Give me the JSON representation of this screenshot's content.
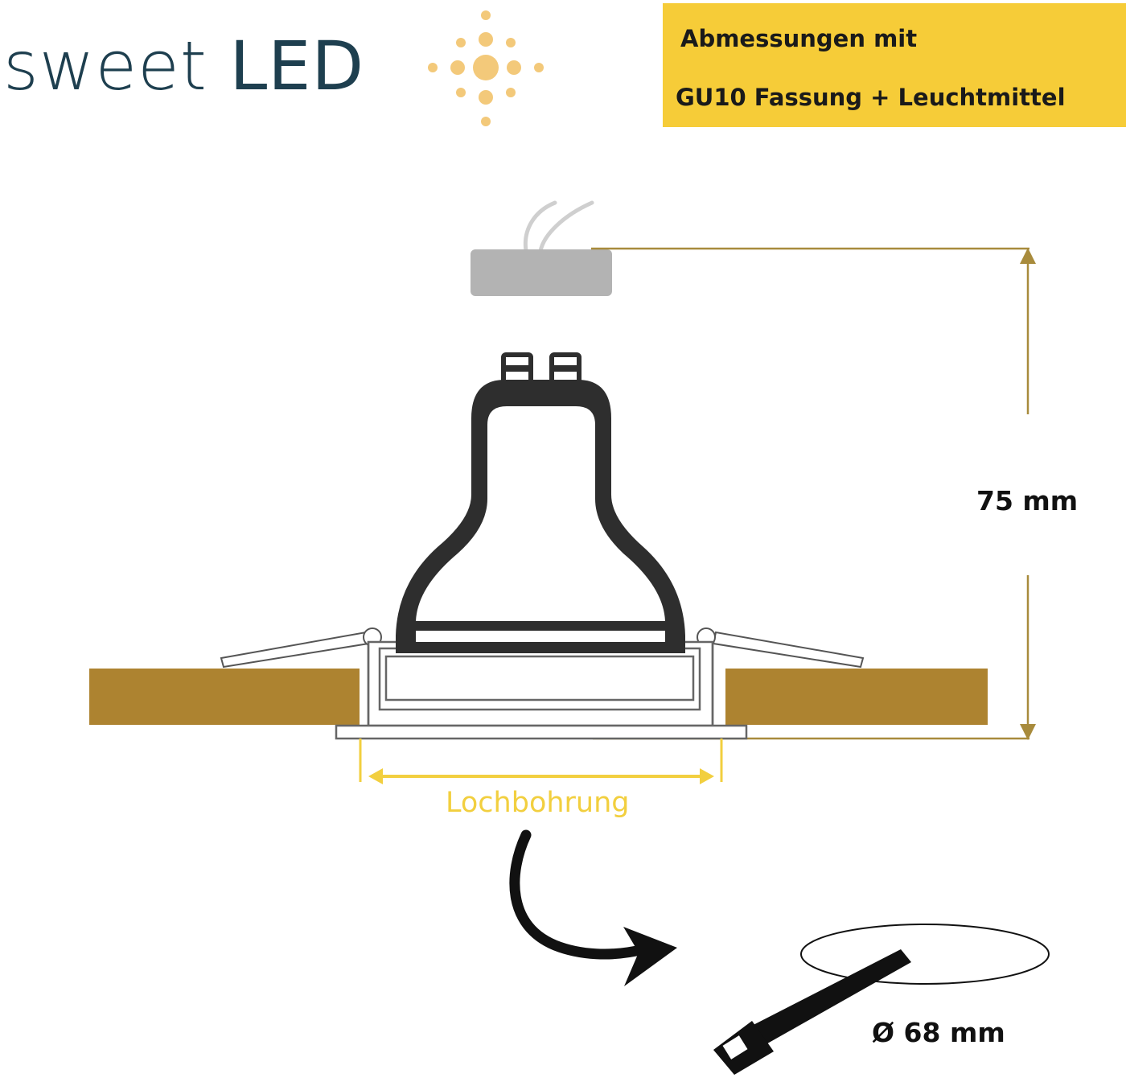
{
  "brand": {
    "word1": "sweet",
    "word2": "LED"
  },
  "badge": {
    "line1": "Abmessungen mit",
    "line2": "GU10 Fassung + Leuchtmittel"
  },
  "dimensions": {
    "height": "75 mm",
    "hole_label": "Lochbohrung",
    "diameter": "Ø 68 mm"
  },
  "colors": {
    "brand_text": "#1e3f4f",
    "sun": "#f3c97a",
    "badge": "#f6cc38",
    "ceiling": "#ad8330",
    "dimension_line": "#a88b3c",
    "hole_arrow": "#f2cf3f"
  }
}
